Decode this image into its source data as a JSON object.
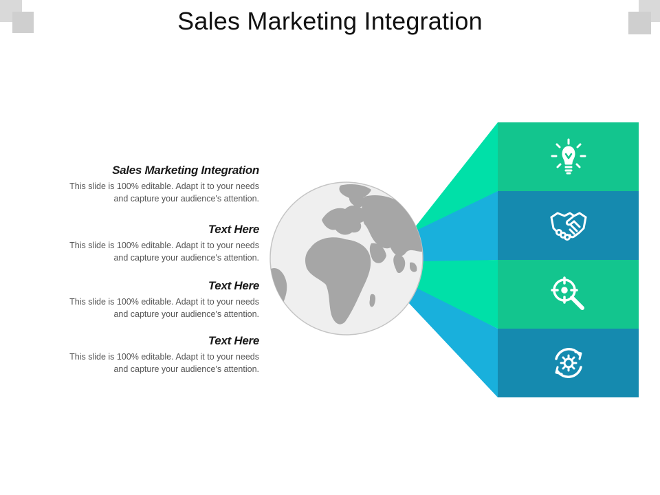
{
  "title": "Sales Marketing Integration",
  "blocks": [
    {
      "heading": "Sales Marketing Integration",
      "line1": "This slide is 100% editable. Adapt it to your needs",
      "line2": "and capture your audience's attention."
    },
    {
      "heading": "Text Here",
      "line1": "This slide is 100% editable. Adapt it to your needs",
      "line2": "and capture your audience's attention."
    },
    {
      "heading": "Text Here",
      "line1": "This slide is 100% editable. Adapt it to your needs",
      "line2": "and capture your audience's attention."
    },
    {
      "heading": "Text Here",
      "line1": "This slide is 100% editable. Adapt it to your needs",
      "line2": "and capture your audience's attention."
    }
  ],
  "panels": [
    {
      "icon": "lightbulb-icon",
      "color": "#13c58e",
      "beam_color": "#00e0a8"
    },
    {
      "icon": "handshake-icon",
      "color": "#158aaf",
      "beam_color": "#19b0dc"
    },
    {
      "icon": "target-search-icon",
      "color": "#13c58e",
      "beam_color": "#00e0a8"
    },
    {
      "icon": "cycle-gear-icon",
      "color": "#158aaf",
      "beam_color": "#19b0dc"
    }
  ],
  "colors": {
    "globe_ocean": "#efefef",
    "globe_land": "#a6a6a6",
    "corner_squares": "#d9d9d9"
  }
}
